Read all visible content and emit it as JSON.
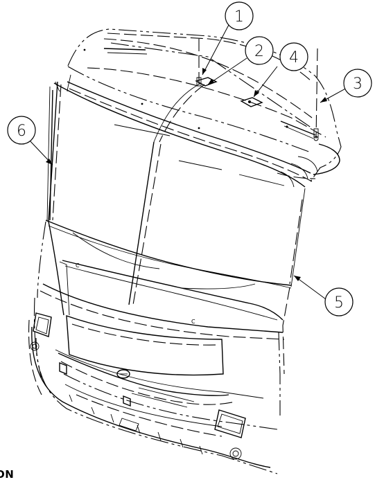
{
  "caption": "ON",
  "callouts": [
    {
      "id": "callout-1",
      "label": "1"
    },
    {
      "id": "callout-2",
      "label": "2"
    },
    {
      "id": "callout-3",
      "label": "3"
    },
    {
      "id": "callout-4",
      "label": "4"
    },
    {
      "id": "callout-5",
      "label": "5"
    },
    {
      "id": "callout-6",
      "label": "6"
    }
  ],
  "part_labels": [
    "C",
    "C"
  ]
}
